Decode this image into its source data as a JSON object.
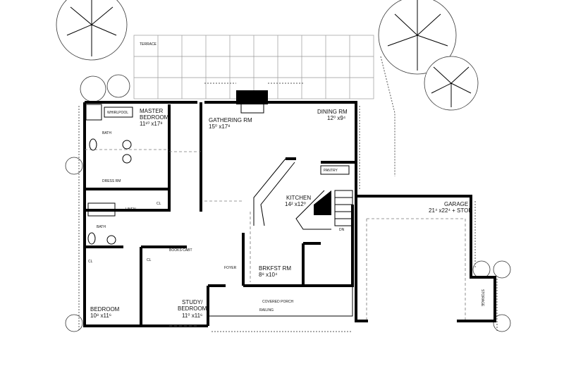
{
  "plan": {
    "terrace": "TERRACE",
    "rooms": {
      "master_bedroom": {
        "name_1": "MASTER",
        "name_2": "BEDROOM",
        "size": "11¹⁰ x17⁸"
      },
      "gathering_rm": {
        "name": "GATHERING RM",
        "size": "15⁰ x17⁸"
      },
      "dining_rm": {
        "name": "DINING RM",
        "size": "12⁰ x9⁴"
      },
      "kitchen": {
        "name": "KITCHEN",
        "size": "14² x12⁰"
      },
      "garage": {
        "name": "GARAGE",
        "size": "21⁴ x22⁴ + STOR"
      },
      "foyer": {
        "name": "FOYER"
      },
      "brkfst_rm": {
        "name": "BRKFST RM",
        "size": "8⁸ x10⁴"
      },
      "covered_porch": {
        "name": "COVERED PORCH"
      },
      "bedroom": {
        "name": "BEDROOM",
        "size": "10⁸ x11⁶"
      },
      "study_bedroom": {
        "name_1": "STUDY/",
        "name_2": "BEDROOM",
        "size": "11⁰ x11⁶"
      },
      "master_bath": {
        "name": "BATH"
      },
      "dress_rm": {
        "name": "DRESS RM"
      },
      "bath": {
        "name": "BATH"
      },
      "storage": {
        "name": "STORAGE"
      }
    },
    "fixtures": {
      "whirlpool": "WHIRLPOOL",
      "pantry": "PANTRY",
      "linen": "LINEN",
      "cl": "CL",
      "books_cabt": "BOOKS CABT",
      "railing": "RAILING",
      "dn": "DN"
    }
  }
}
